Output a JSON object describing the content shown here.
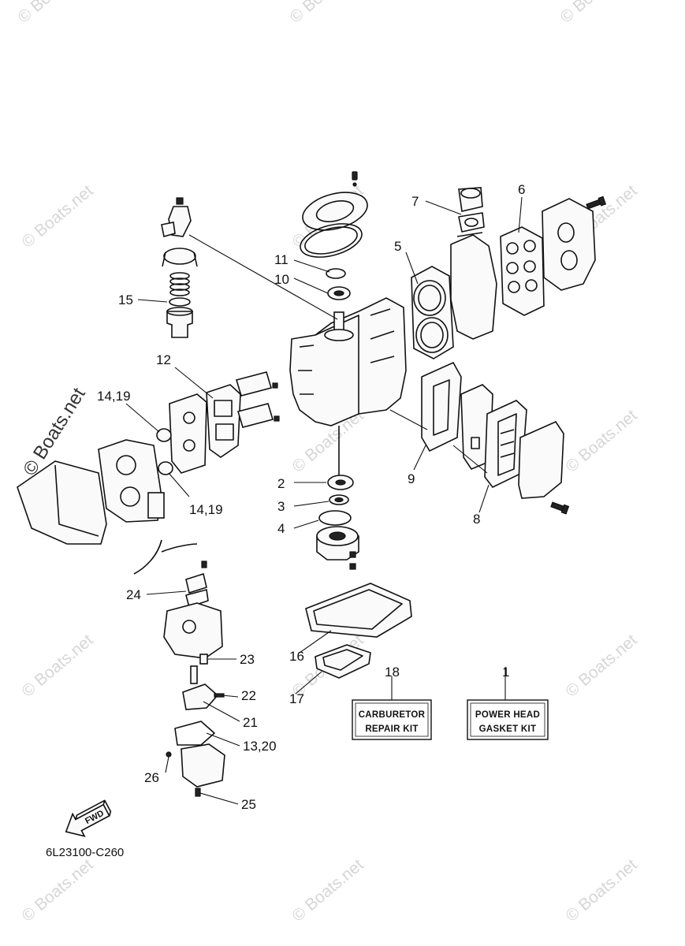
{
  "diagram_code": "6L23100-C260",
  "watermark": "© Boats.net",
  "fwd_label": "FWD",
  "kits": [
    {
      "id": "carburetor-repair-kit",
      "line1": "CARBURETOR",
      "line2": "REPAIR KIT"
    },
    {
      "id": "power-head-gasket-kit",
      "line1": "POWER HEAD",
      "line2": "GASKET KIT"
    }
  ],
  "callouts": {
    "c1": "1",
    "c2": "2",
    "c3": "3",
    "c4": "4",
    "c5": "5",
    "c6": "6",
    "c7": "7",
    "c8": "8",
    "c9": "9",
    "c10": "10",
    "c11": "11",
    "c12": "12",
    "c13_20": "13,20",
    "c14_19a": "14,19",
    "c14_19b": "14,19",
    "c15": "15",
    "c16": "16",
    "c17": "17",
    "c18": "18",
    "c21": "21",
    "c22": "22",
    "c23": "23",
    "c24": "24",
    "c25": "25",
    "c26": "26"
  }
}
